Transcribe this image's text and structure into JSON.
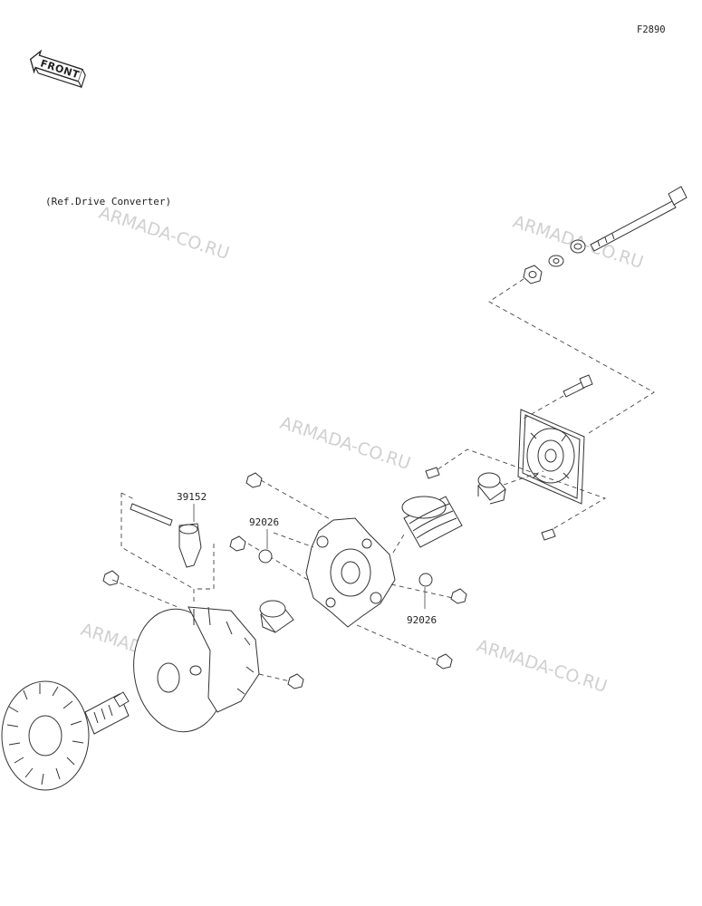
{
  "figure_code": "F2890",
  "front_badge_text": "FRONT",
  "reference_note": "(Ref.Drive Converter)",
  "part_labels": {
    "p39152": "39152",
    "p92026_upper": "92026",
    "p92026_lower": "92026"
  },
  "watermarks": [
    "ARMADA-CO.RU",
    "ARMADA-CO.RU",
    "ARMADA-CO.RU",
    "ARMADA-CO.RU",
    "ARMADA-CO.RU"
  ],
  "icons": {
    "front": "front-arrow-icon"
  }
}
